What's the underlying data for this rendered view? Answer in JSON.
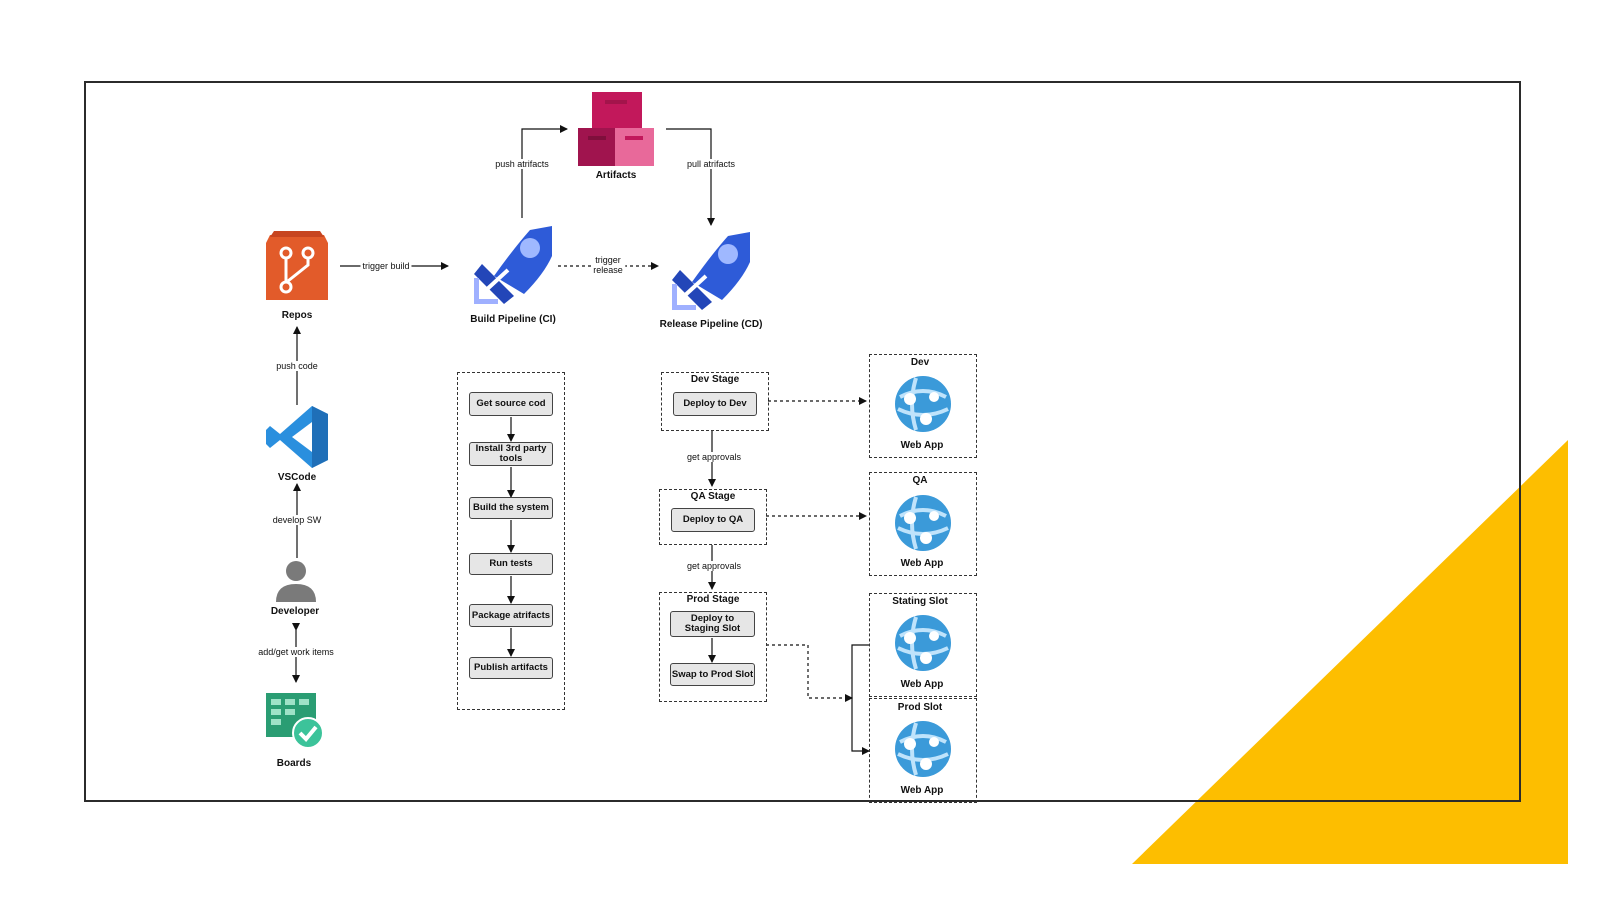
{
  "nodes": {
    "artifacts": "Artifacts",
    "repos": "Repos",
    "build": "Build Pipeline (CI)",
    "release": "Release Pipeline (CD)",
    "vscode": "VSCode",
    "developer": "Developer",
    "boards": "Boards"
  },
  "edges": {
    "push_artifacts": "push atrifacts",
    "pull_artifacts": "pull atrifacts",
    "trigger_build": "trigger build",
    "trigger_release_1": "trigger",
    "trigger_release_2": "release",
    "push_code": "push code",
    "develop_sw": "develop SW",
    "work_items": "add/get work items",
    "get_approvals_1": "get approvals",
    "get_approvals_2": "get approvals"
  },
  "build_steps": [
    "Get source cod",
    "Install 3rd party tools",
    "Build the system",
    "Run tests",
    "Package atrifacts",
    "Publish artifacts"
  ],
  "stages": {
    "dev": {
      "title": "Dev Stage",
      "step": "Deploy to Dev"
    },
    "qa": {
      "title": "QA Stage",
      "step": "Deploy to QA"
    },
    "prod": {
      "title": "Prod Stage",
      "step1": "Deploy to Staging Slot",
      "step2": "Swap to Prod Slot"
    }
  },
  "targets": [
    {
      "title": "Dev",
      "label": "Web App"
    },
    {
      "title": "QA",
      "label": "Web App"
    },
    {
      "title": "Stating Slot",
      "label": "Web App"
    },
    {
      "title": "Prod Slot",
      "label": "Web App"
    }
  ],
  "colors": {
    "accent_yellow": "#FDBE00",
    "artifacts_pink": "#C2185B",
    "repos_orange": "#E25B2A",
    "pipelines_blue": "#2E5BD8",
    "vscode_blue": "#2A8FDE",
    "boards_green": "#2A9D73",
    "webapp_blue": "#3B9AD9"
  }
}
